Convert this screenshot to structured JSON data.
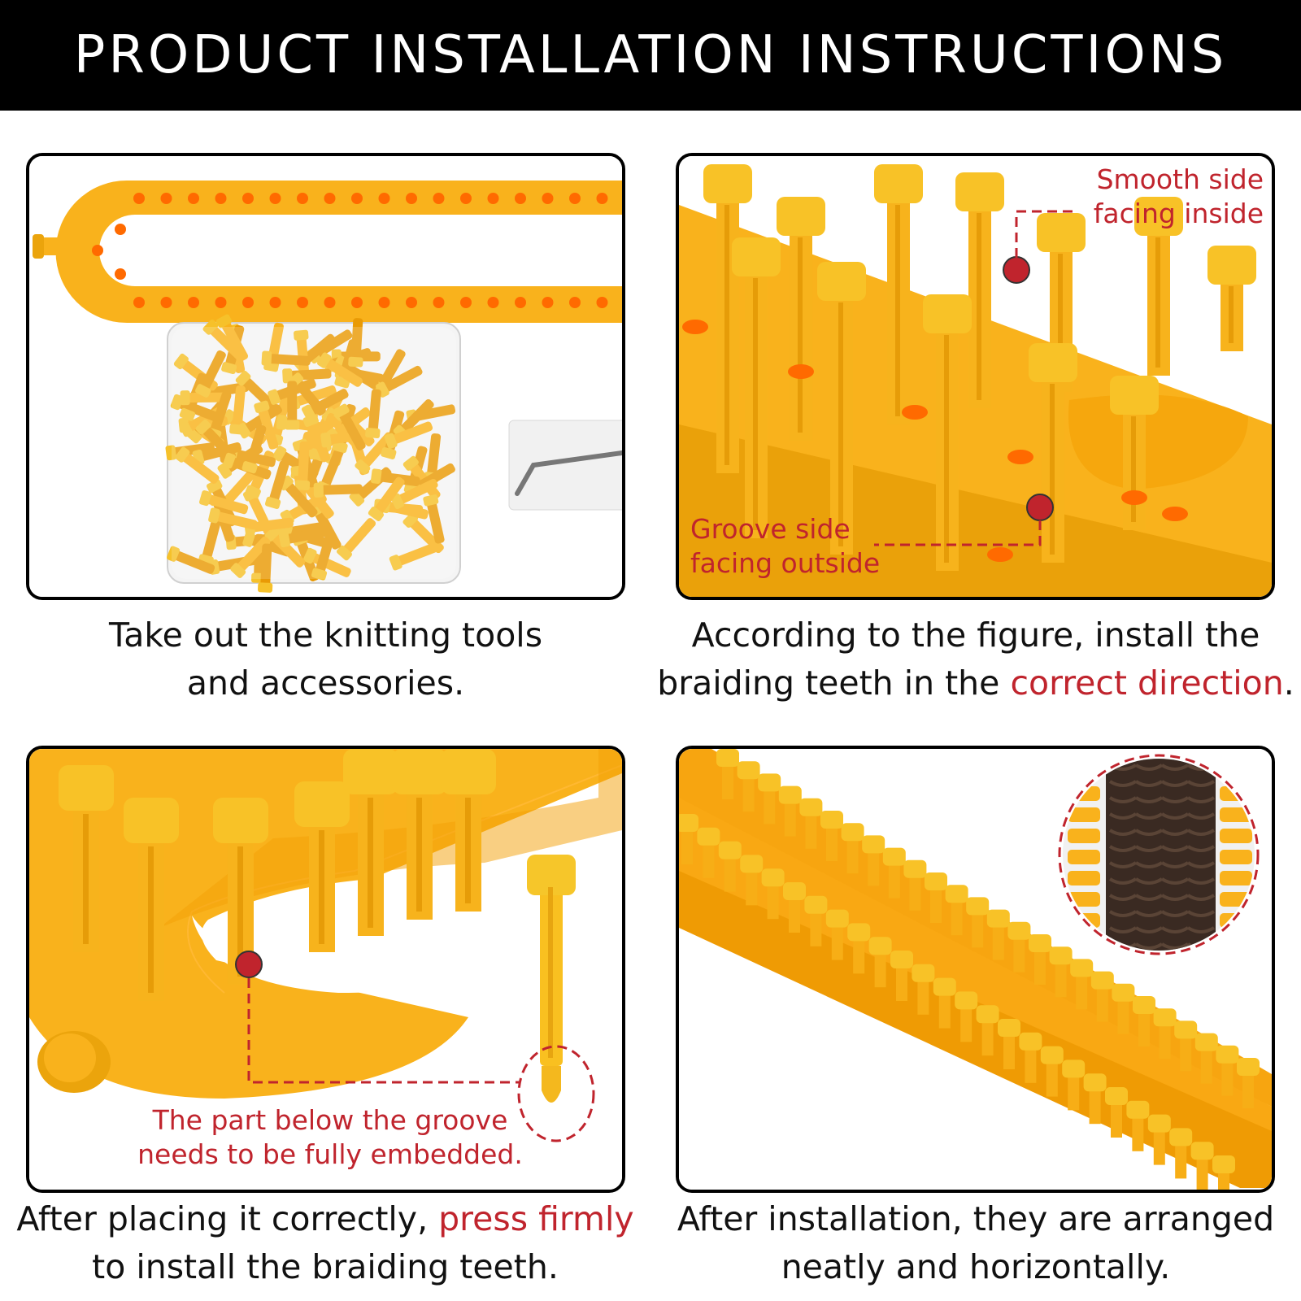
{
  "header": {
    "title": "PRODUCT INSTALLATION INSTRUCTIONS"
  },
  "colors": {
    "loom": "#f9b21c",
    "loom_dark": "#e99a05",
    "hole": "#ff6a00",
    "accent_red": "#c0242d",
    "yarn": "#3a2a22"
  },
  "steps": [
    {
      "caption_line1": "Take out the knitting tools",
      "caption_line2": "and accessories."
    },
    {
      "caption_line1": "According to the figure, install the",
      "caption_line2_pre": "braiding teeth in the ",
      "caption_line2_highlight": "correct direction",
      "caption_line2_post": ".",
      "note_smooth_1": "Smooth side",
      "note_smooth_2": "facing inside",
      "note_groove_1": "Groove side",
      "note_groove_2": "facing outside"
    },
    {
      "caption_line1_pre": "After placing it correctly, ",
      "caption_line1_highlight": "press firmly",
      "caption_line2": "to install the braiding teeth.",
      "note_1": "The part below the groove",
      "note_2": "needs to be fully embedded."
    },
    {
      "caption_line1": "After installation, they are arranged",
      "caption_line2": "neatly and horizontally."
    }
  ]
}
